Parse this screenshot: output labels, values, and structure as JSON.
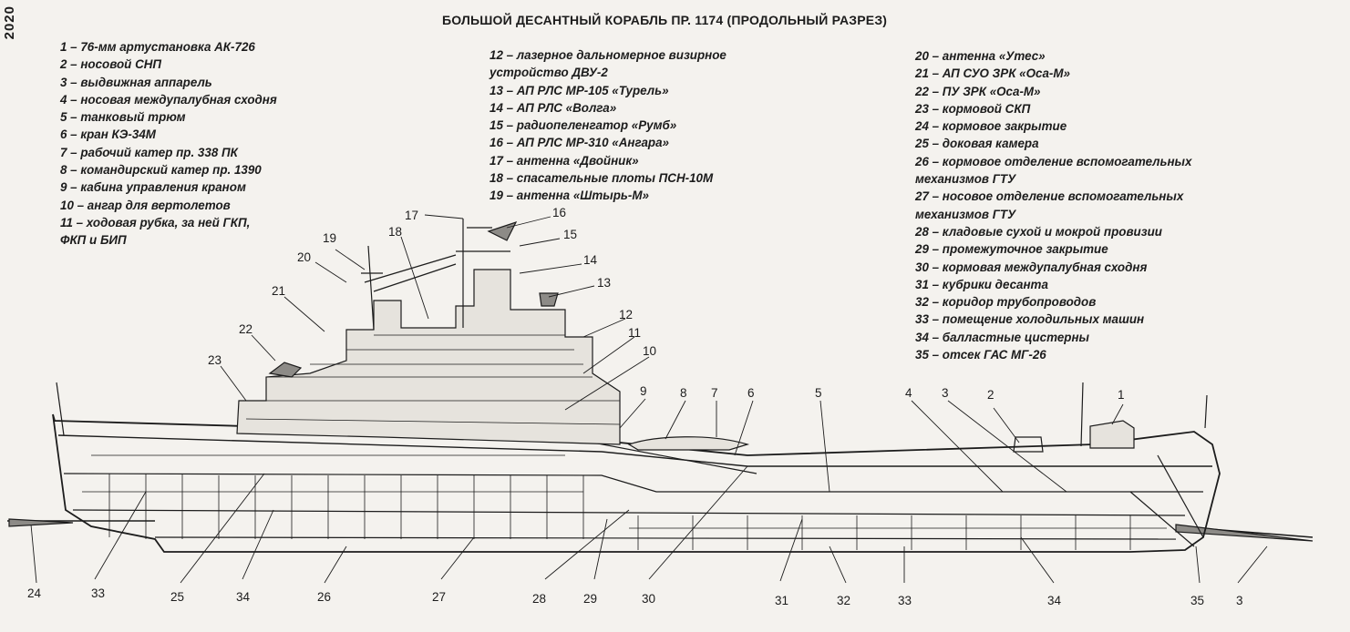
{
  "page_number": "2020",
  "title": "БОЛЬШОЙ ДЕСАНТНЫЙ КОРАБЛЬ ПР. 1174 (ПРОДОЛЬНЫЙ РАЗРЕЗ)",
  "legend_col1": [
    "1 – 76-мм артустановка АК-726",
    "2 – носовой СНП",
    "3 – выдвижная аппарель",
    "4 – носовая междупалубная сходня",
    "5 – танковый трюм",
    "6 – кран КЭ-34М",
    "7 – рабочий катер пр. 338 ПК",
    "8 – командирский катер пр. 1390",
    "9 – кабина управления краном",
    "10 – ангар для вертолетов",
    "11 – ходовая рубка, за ней ГКП,",
    "ФКП и БИП"
  ],
  "legend_col2": [
    "12 – лазерное дальномерное визирное",
    "устройство ДВУ-2",
    "13 – АП РЛС МР-105 «Турель»",
    "14 – АП РЛС «Волга»",
    "15 – радиопеленгатор «Румб»",
    "16 – АП РЛС МР-310 «Ангара»",
    "17 – антенна «Двойник»",
    "18 – спасательные плоты ПСН-10М",
    "19 – антенна «Штырь-М»"
  ],
  "legend_col3": [
    "20 – антенна «Утес»",
    "21 – АП СУО ЗРК «Оса-М»",
    "22 – ПУ ЗРК «Оса-М»",
    "23 – кормовой СКП",
    "24 – кормовое закрытие",
    "25 – доковая камера",
    "26 – кормовое отделение вспомогательных",
    "механизмов ГТУ",
    "27 – носовое отделение вспомогательных",
    "механизмов ГТУ",
    "28 – кладовые сухой и мокрой провизии",
    "29 – промежуточное закрытие",
    "30 – кормовая междупалубная сходня",
    "31 – кубрики десанта",
    "32 – коридор трубопроводов",
    "33 – помещение холодильных машин",
    "34 – балластные цистерны",
    "35 – отсек ГАС МГ-26"
  ],
  "callouts_top": [
    "1",
    "2",
    "3",
    "4",
    "5",
    "6",
    "7",
    "8",
    "9",
    "10",
    "11",
    "12",
    "13",
    "14",
    "15",
    "16",
    "17",
    "18",
    "19",
    "20",
    "21",
    "22",
    "23"
  ],
  "callouts_bottom": [
    "24",
    "33",
    "25",
    "34",
    "26",
    "27",
    "28",
    "29",
    "30",
    "31",
    "32",
    "33",
    "34",
    "35",
    "3"
  ],
  "colors": {
    "ink": "#1c1c1c",
    "paper": "#f4f2ee",
    "shade": "#8d8b87"
  }
}
